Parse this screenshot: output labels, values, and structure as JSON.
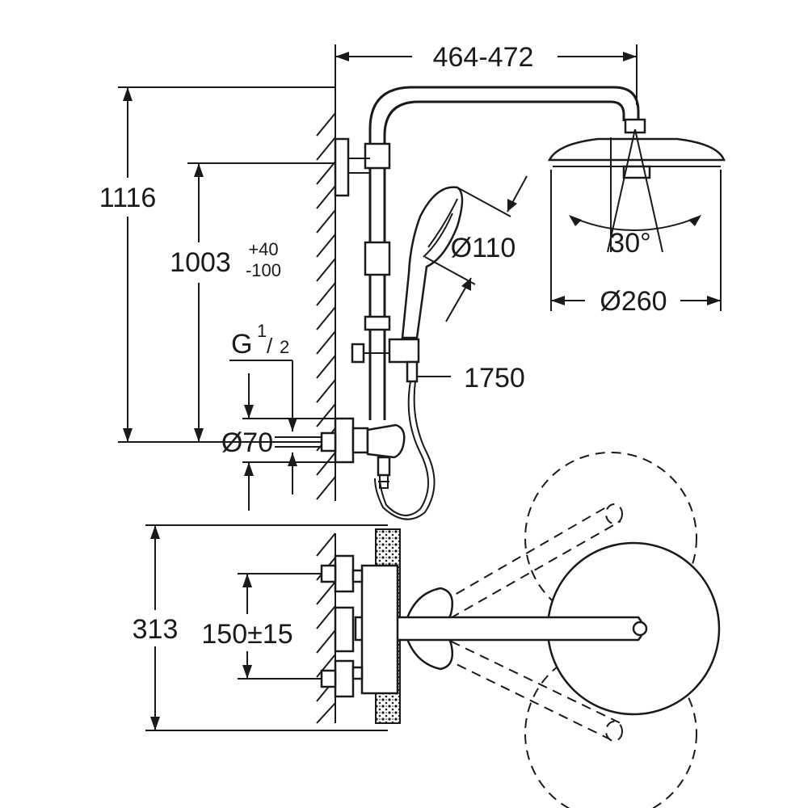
{
  "dimensions": {
    "reach": "464-472",
    "total_height": "1116",
    "mount_height": "1003",
    "mount_tol_plus": "+40",
    "mount_tol_minus": "-100",
    "thread_g": "G",
    "thread_num": "1",
    "thread_slash": "/",
    "thread_den": "2",
    "rosette_dia": "Ø70",
    "hand_shower_dia": "Ø110",
    "hose_length": "1750",
    "head_dia": "Ø260",
    "tilt_angle": "30°",
    "bottom_height": "313",
    "inlet_spacing": "150±15"
  }
}
